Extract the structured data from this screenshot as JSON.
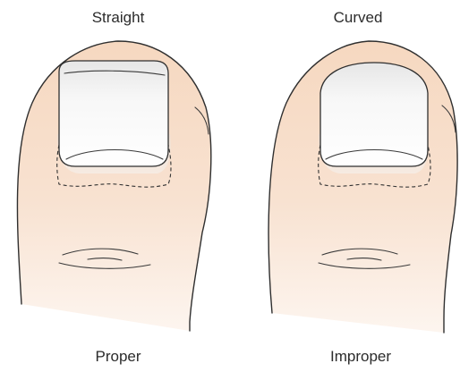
{
  "left_toe": {
    "top_label": "Straight",
    "bottom_label": "Proper"
  },
  "right_toe": {
    "top_label": "Curved",
    "bottom_label": "Improper"
  },
  "colors": {
    "skin": "#f7dcc6",
    "skin_light": "#fbefe6",
    "nail": "#ffffff",
    "nail_shade": "#e9e9e9",
    "outline": "#2f2f2f"
  }
}
